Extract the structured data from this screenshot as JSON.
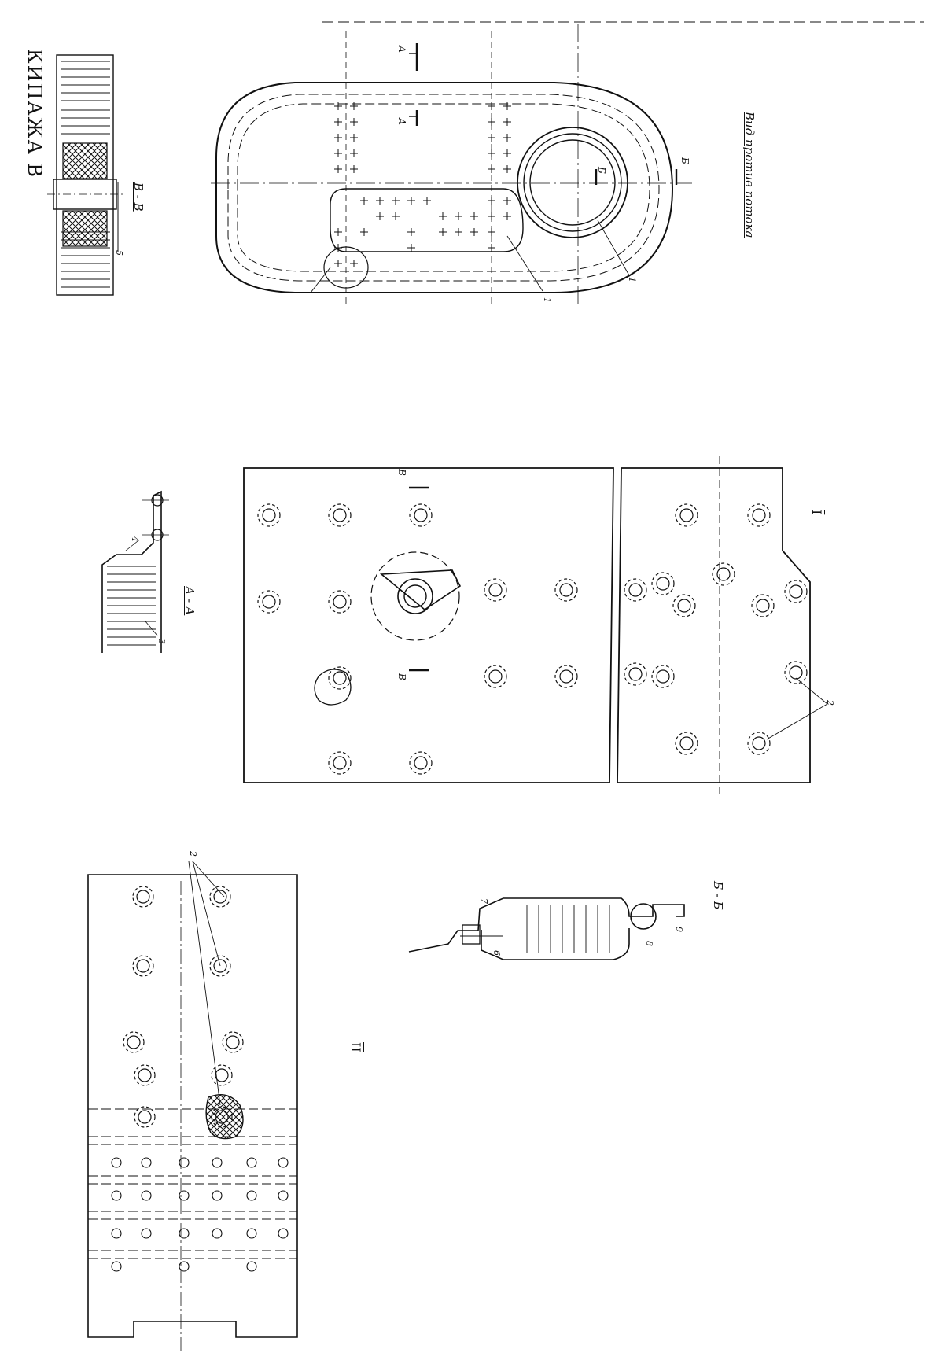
{
  "page_header": "КИПАЖА В",
  "views": {
    "main_view_title": "Вид против потока",
    "section_aa": "А - А",
    "section_bb": "Б - Б",
    "section_vv": "В - В",
    "detail_i": "I",
    "detail_ii": "II"
  },
  "cut_marks": {
    "a": "А",
    "b": "Б",
    "v": "В"
  },
  "callouts": [
    "1",
    "2",
    "3",
    "4",
    "5",
    "6",
    "7",
    "8",
    "9"
  ]
}
